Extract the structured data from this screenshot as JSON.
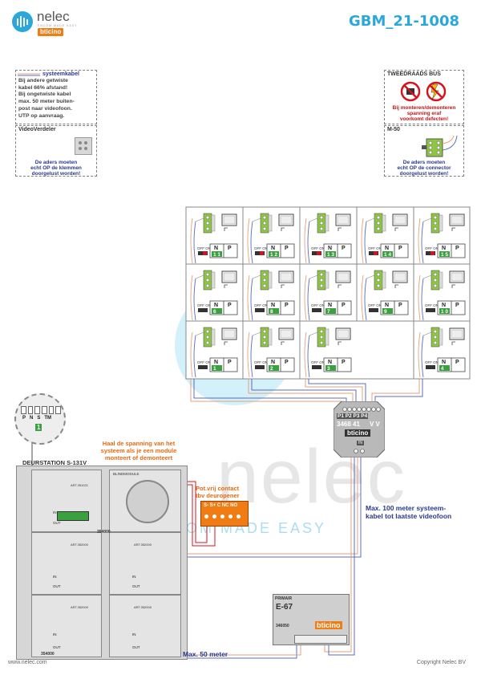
{
  "header": {
    "brand_name": "nelec",
    "brand_tagline": "ENCOM MADE EASY",
    "brand_sub": "bticino",
    "doc_title": "GBM_21-1008"
  },
  "legend_cable": {
    "title": "systeemkabel",
    "lines": [
      "Bij andere getwiste",
      "kabel 66% afstand!",
      "Bij ongetwiste kabel",
      "max. 50 meter buiten-",
      "post naar videofoon.",
      "UTP op aanvraag."
    ]
  },
  "legend_distributor": {
    "title": "VideoVerdeler",
    "note_lines": [
      "De aders moeten",
      "echt OP de klemmen",
      "doorgelust worden!"
    ]
  },
  "legend_bus": {
    "title": "TWEEDRAADS BUS",
    "note_lines": [
      "Bij monteren/demonteren",
      "spanning eraf",
      "voorkomt defecten!"
    ]
  },
  "legend_m50": {
    "title": "M-50",
    "note_lines": [
      "De aders moeten",
      "echt OP de connector",
      "doorgelust worden!"
    ]
  },
  "grid": {
    "off_on": "OFF ON",
    "n_label": "N",
    "p_label": "P",
    "rows": [
      [
        "1 1",
        "1 2",
        "1 3",
        "1 4",
        "1 5"
      ],
      [
        "6",
        "8",
        "7",
        "9",
        "1 0"
      ],
      [
        "1",
        "2",
        "3",
        "",
        "4"
      ]
    ]
  },
  "distributor": {
    "ports": "P1 P2 P3 P4",
    "model": "3468 41",
    "vv": "V V",
    "brand": "bticino",
    "in_label": "IN"
  },
  "door_station": {
    "title": "DEURSTATION S-131V",
    "dip_labels": [
      "P",
      "N",
      "S",
      "TM"
    ],
    "dip_value": "1",
    "blindmodule": "BLINDMODULE",
    "art1": "ART.351021",
    "art2": "ART.352000",
    "art3": "ART.352000",
    "art4": "ART.352000",
    "art5": "ART.352000",
    "in": "IN",
    "out": "OUT",
    "ref1": "354000",
    "ref2": "354000"
  },
  "notes": {
    "power": [
      "Haal de spanning van het",
      "systeem als je een module",
      "monteert of demonteert"
    ],
    "contact": [
      "Pot.vrij contact",
      "tbv deuropener"
    ],
    "contact_terms": "S- S+ C NC NO",
    "max100": [
      "Max. 100 meter systeem-",
      "kabel tot laatste videofoon"
    ],
    "max50": "Max. 50 meter"
  },
  "psu": {
    "primair": "PRIMAIR",
    "model": "E-67",
    "code": "346050",
    "brand": "bticino"
  },
  "watermark": {
    "text": "nelec",
    "sub": "ENCOM MADE EASY"
  },
  "footer": {
    "left": "www.nelec.com",
    "right": "Copyright Nelec BV"
  }
}
